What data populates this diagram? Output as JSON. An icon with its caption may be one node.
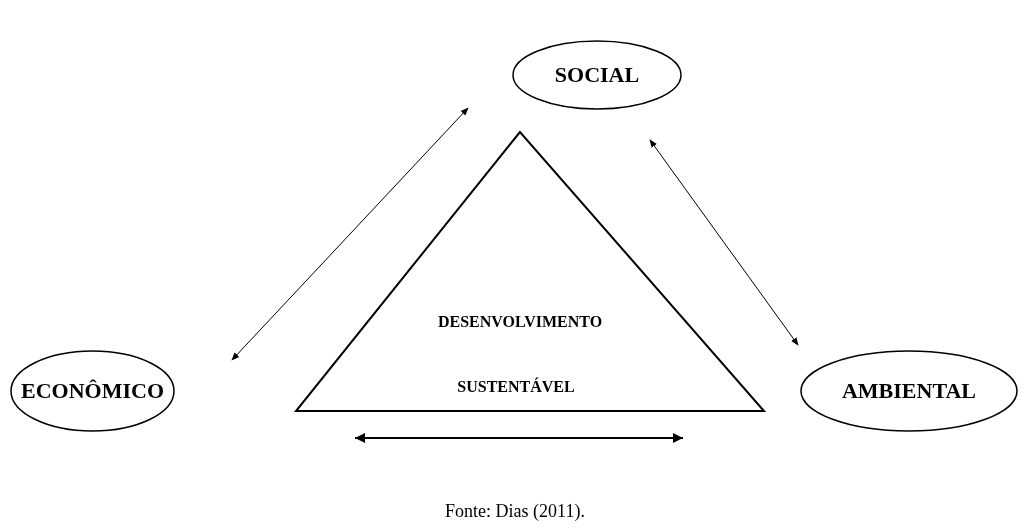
{
  "diagram": {
    "caption": "Fonte: Dias (2011).",
    "nodes": [
      {
        "text": [
          "SOCIAL"
        ]
      },
      {
        "text": [
          "ECONÔMICO"
        ]
      },
      {
        "text": [
          "DESENVOLVIMENTO",
          "SUSTENTÁVEL"
        ]
      },
      {
        "text": [
          "AMBIENTAL"
        ]
      }
    ],
    "edges": [
      {
        "from": 1,
        "to": 0,
        "arrow": "both"
      },
      {
        "from": 0,
        "to": 3,
        "arrow": "both"
      }
    ]
  }
}
